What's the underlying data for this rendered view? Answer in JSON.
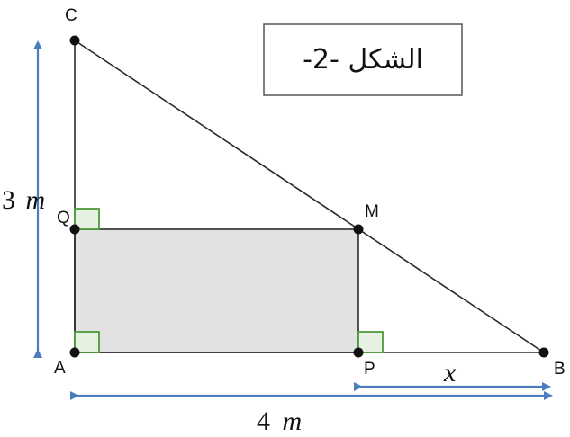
{
  "figure": {
    "title": "الشكل -2-",
    "points": {
      "A": "A",
      "B": "B",
      "C": "C",
      "M": "M",
      "P": "P",
      "Q": "Q"
    },
    "dimensions": {
      "height_value": "3",
      "height_unit": "m",
      "base_value": "4",
      "base_unit": "m",
      "segment_var": "x"
    },
    "colors": {
      "arrow": "#4a7dbd",
      "right_angle": "#4f9a3a",
      "rect_fill": "#e2e2e2",
      "line": "#2a2a2a"
    }
  }
}
